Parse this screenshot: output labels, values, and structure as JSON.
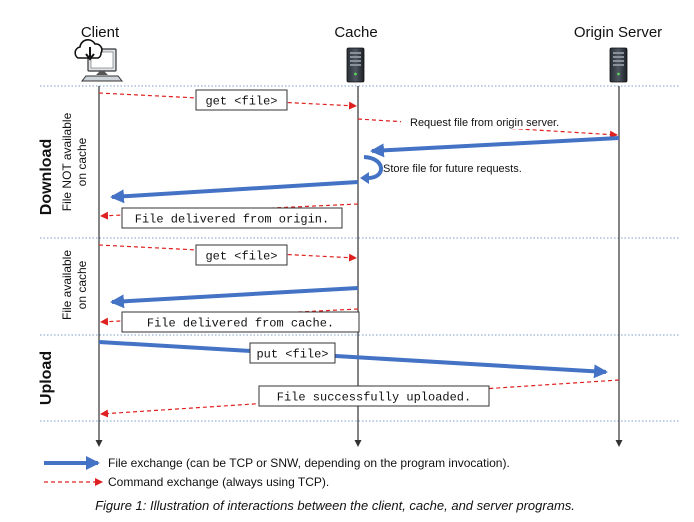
{
  "actors": {
    "client": "Client",
    "cache": "Cache",
    "origin": "Origin Server"
  },
  "phases": {
    "download": "Download",
    "upload": "Upload"
  },
  "subphases": {
    "not_available_line1": "File NOT available",
    "not_available_line2": "on cache",
    "available_line1": "File available",
    "available_line2": "on cache"
  },
  "messages": {
    "get1": "get <file>",
    "request_origin": "Request file from origin server.",
    "store_file": "Store file for future requests.",
    "delivered_origin": "File delivered from origin.",
    "get2": "get <file>",
    "delivered_cache": "File delivered from cache.",
    "put": "put <file>",
    "uploaded": "File successfully uploaded."
  },
  "legend": {
    "file_exchange": "File exchange (can be TCP or SNW, depending on the program invocation).",
    "command_exchange": "Command exchange (always using TCP)."
  },
  "caption": "Figure 1: Illustration of interactions between the client, cache, and server programs.",
  "colors": {
    "file_arrow": "#4472c4",
    "command_arrow": "#e02020",
    "separator": "#7f9ccf",
    "lifeline": "#333333"
  }
}
